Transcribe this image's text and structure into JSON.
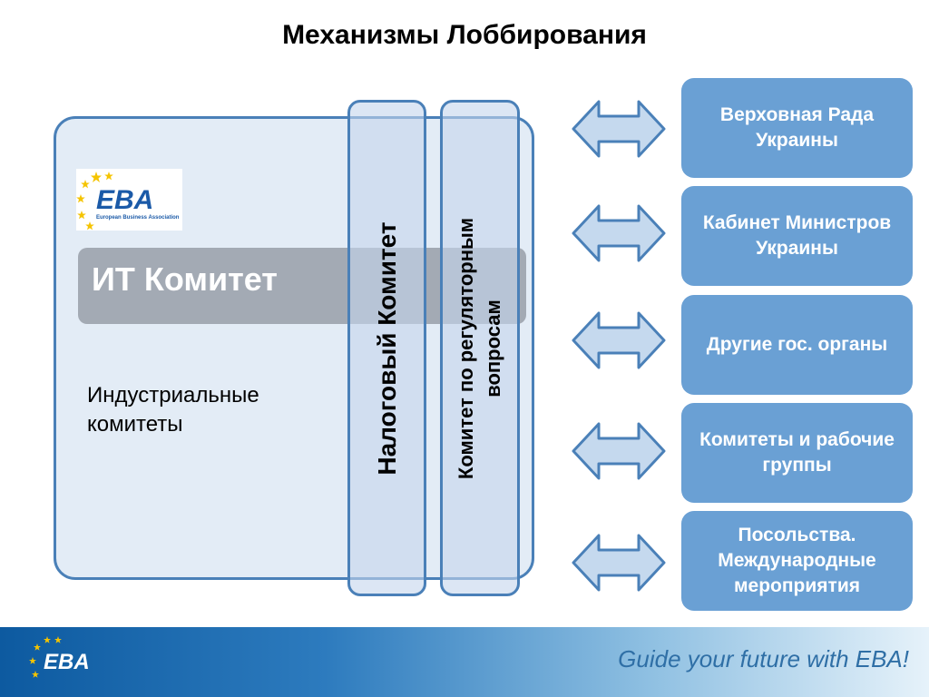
{
  "title": "Механизмы Лоббирования",
  "logo": {
    "text": "EBA",
    "subtitle": "European Business Association",
    "colors": {
      "blue": "#1b5aa8",
      "star": "#f5c400"
    }
  },
  "it_committee": "ИТ Комитет",
  "industrial_committees": "Индустриальные комитеты",
  "vertical_columns": [
    "Налоговый Комитет",
    "Комитет по регуляторным вопросам"
  ],
  "right_boxes": [
    "Верховная Рада Украины",
    "Кабинет Министров Украины",
    "Другие гос. органы",
    "Комитеты и рабочие группы",
    "Посольства. Международные мероприятия"
  ],
  "footer": {
    "slogan": "Guide your future with EBA!",
    "logo_text": "EBA"
  },
  "colors": {
    "box_fill": "#6aa0d4",
    "border": "#4a80b8",
    "arrow_fill": "#c5d9ee"
  }
}
